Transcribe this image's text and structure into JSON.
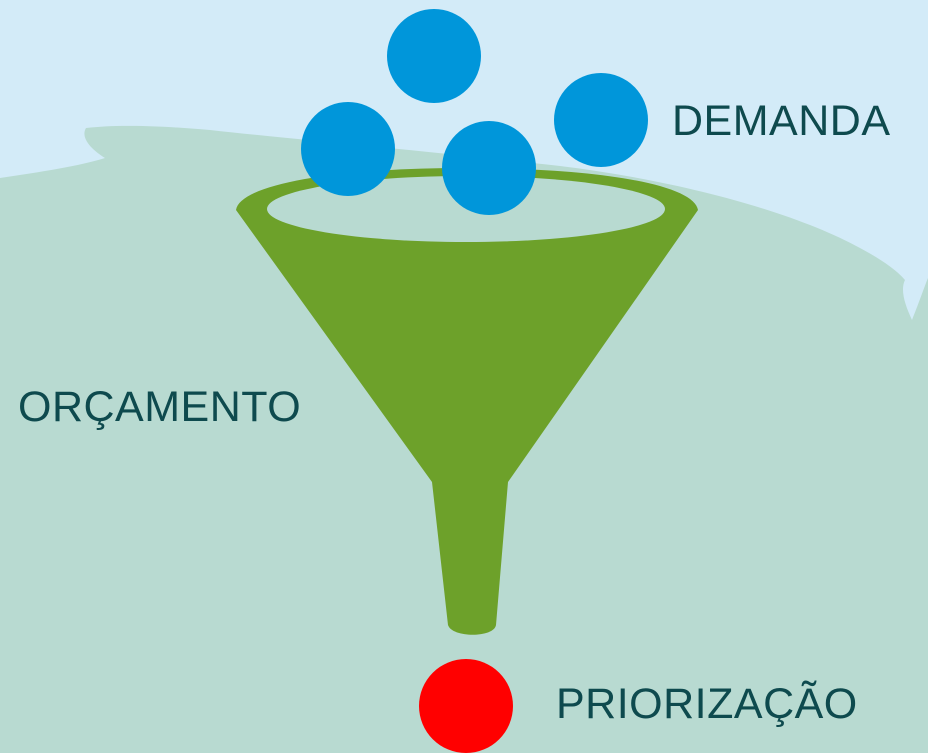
{
  "labels": {
    "demanda": "DEMANDA",
    "orcamento": "ORÇAMENTO",
    "priorizacao": "PRIORIZAÇÃO"
  },
  "colors": {
    "sky": "#D3EBF8",
    "hill": "#B8DAD1",
    "funnel": "#6DA12A",
    "funnel_rim_inner": "#B8DAD1",
    "demand_ball": "#0096DA",
    "priority_ball": "#FF0000",
    "text": "#0E4A4E"
  },
  "icons": {
    "funnel": "funnel-icon",
    "demand_balls": "demand-ball-icon",
    "output_ball": "priority-ball-icon"
  },
  "demand_ball_count": 4
}
